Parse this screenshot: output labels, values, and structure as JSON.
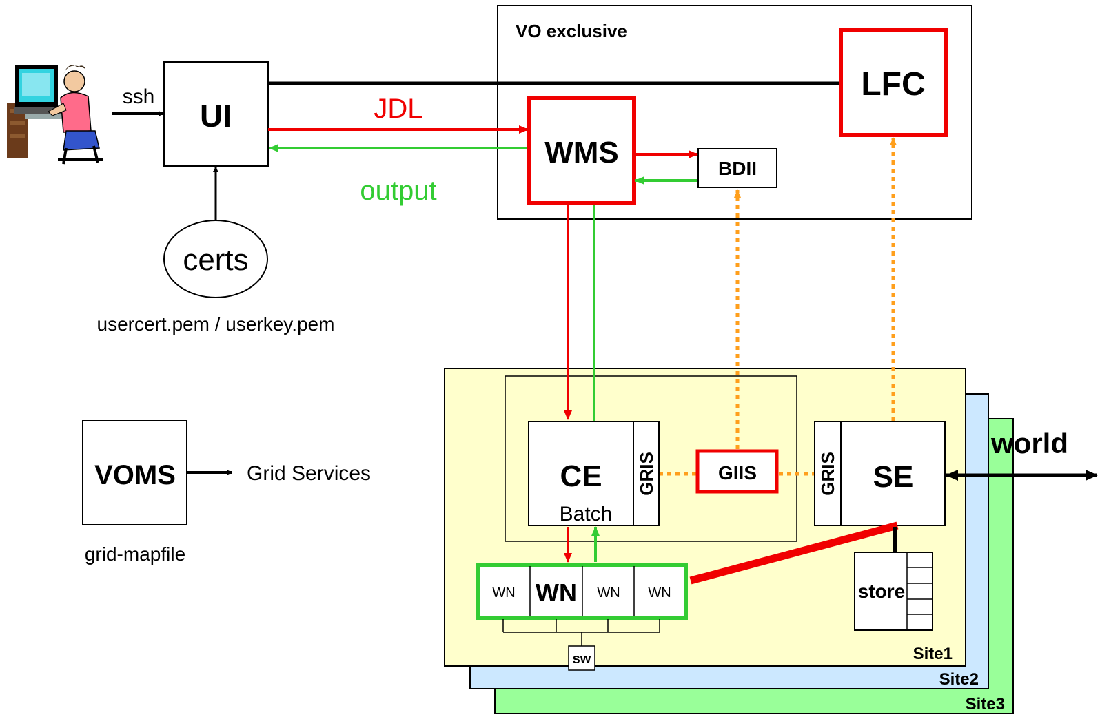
{
  "labels": {
    "ssh": "ssh",
    "ui": "UI",
    "certs": "certs",
    "cert_files": "usercert.pem / userkey.pem",
    "voms": "VOMS",
    "grid_services": "Grid Services",
    "grid_mapfile": "grid-mapfile",
    "vo_exclusive": "VO exclusive",
    "jdl": "JDL",
    "output": "output",
    "wms": "WMS",
    "bdii": "BDII",
    "lfc": "LFC",
    "ce": "CE",
    "batch": "Batch",
    "gris_ce": "GRIS",
    "giis": "GIIS",
    "gris_se": "GRIS",
    "se": "SE",
    "world": "world",
    "wn_1": "WN",
    "wn_2": "WN",
    "wn_3": "WN",
    "wn_4": "WN",
    "store": "store",
    "sw": "sw",
    "site1": "Site1",
    "site2": "Site2",
    "site3": "Site3"
  },
  "colors": {
    "red": "#f00000",
    "green": "#33cc33",
    "orange": "#ff9f1c",
    "site1_fill": "#ffffcc",
    "site2_fill": "#cce8ff",
    "site3_fill": "#99ff99"
  },
  "icons": {
    "user": "user-at-computer-icon"
  }
}
